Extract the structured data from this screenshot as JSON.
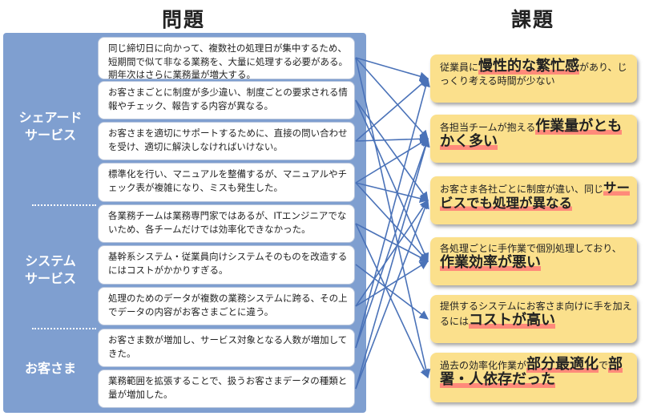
{
  "headers": {
    "problems": "問題",
    "issues": "課題"
  },
  "categories": [
    {
      "label_line1": "シェアード",
      "label_line2": "サービス"
    },
    {
      "label_line1": "システム",
      "label_line2": "サービス"
    },
    {
      "label": "お客さま"
    }
  ],
  "problems": [
    "同じ締切日に向かって、複数社の処理日が集中するため、短期間で似て非なる業務を、大量に処理する必要がある。期年次はさらに業務量が増大する。",
    "お客さまごとに制度が多少違い、制度ごとの要求される情報やチェック、報告する内容が異なる。",
    "お客さまを適切にサポートするために、直接の問い合わせを受け、適切に解決しなければいけない。",
    "標準化を行い、マニュアルを整備するが、マニュアルやチェック表が複雑になり、ミスも発生した。",
    "各業務チームは業務専門家ではあるが、ITエンジニアでないため、各チームだけでは効率化できなかった。",
    "基幹系システム・従業員向けシステムそのものを改造するにはコストがかかりすぎる。",
    "処理のためのデータが複数の業務システムに跨る、その上でデータの内容がお客さまごとに違う。",
    "お客さま数が増加し、サービス対象となる人数が増加してきた。",
    "業務範囲を拡張することで、扱うお客さまデータの種類と量が増加した。"
  ],
  "issues": [
    {
      "pre": "従業員に",
      "em": "慢性的な繁忙感",
      "post": "があり、じっくり考える時間が少ない"
    },
    {
      "pre": "各担当チームが抱える",
      "em": "作業量がともかく多い",
      "post": ""
    },
    {
      "pre": "お客さま各社ごとに制度が違い、同じ",
      "em": "サービスでも処理が異なる",
      "post": ""
    },
    {
      "pre": "各処理ごとに手作業で個別処理しており、",
      "em": "作業効率が悪い",
      "post": ""
    },
    {
      "pre": "提供するシステムにお客さま向けに手を加えるには",
      "em": "コストが高い",
      "post": ""
    },
    {
      "pre": "過去の効率化作業が",
      "em": "部分最適化",
      "mid": "で",
      "em2": "部署・人依存だった",
      "post": ""
    }
  ],
  "colors": {
    "panel": "#7f9fd0",
    "arrow": "#4a72b8",
    "issue_bg": "#fbe08c",
    "highlight": "#ff8a7a"
  }
}
